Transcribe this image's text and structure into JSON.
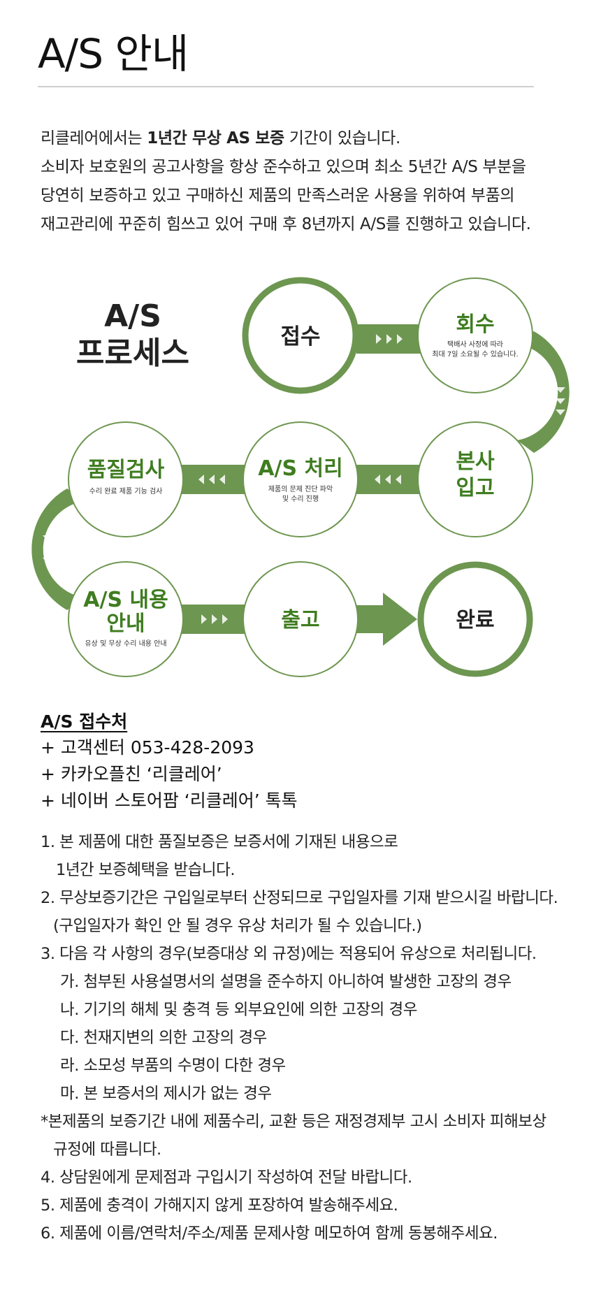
{
  "header": {
    "title": "A/S 안내"
  },
  "intro": {
    "line1_prefix": "리클레어에서는 ",
    "line1_bold": "1년간 무상 AS 보증",
    "line1_suffix": " 기간이 있습니다.",
    "line2": "소비자 보호원의 공고사항을 항상 준수하고 있으며 최소 5년간 A/S 부분을",
    "line3": "당연히 보증하고 있고 구매하신 제품의 만족스러운 사용을 위하여 부품의",
    "line4": "재고관리에 꾸준히 힘쓰고 있어 구매 후 8년까지 A/S를 진행하고 있습니다."
  },
  "process": {
    "heading_line1": "A/S",
    "heading_line2": "프로세스",
    "steps": {
      "receipt": {
        "title": "접수"
      },
      "pickup": {
        "title": "회수",
        "desc1": "택배사 사정에 따라",
        "desc2": "최대 7일 소요될 수 있습니다."
      },
      "hq": {
        "title1": "본사",
        "title2": "입고"
      },
      "processing": {
        "title": "A/S 처리",
        "desc1": "제품의 문제 진단 파악",
        "desc2": "및 수리 진행"
      },
      "quality": {
        "title": "품질검사",
        "desc1": "수리 완료 제품 기능 검사"
      },
      "guide": {
        "title1": "A/S 내용",
        "title2": "안내",
        "desc1": "유상 및 무상 수리 내용 안내"
      },
      "shipping": {
        "title": "출고"
      },
      "complete": {
        "title": "완료"
      }
    },
    "colors": {
      "ring": "#6d9650",
      "title_green": "#3f7d20",
      "title_dark": "#222222",
      "desc": "#333333"
    }
  },
  "reception": {
    "heading": "A/S 접수처",
    "lines": [
      "+ 고객센터 053-428-2093",
      "+ 카카오플친 ‘리클레어’",
      "+ 네이버 스토어팜 ‘리클레어’ 톡톡"
    ]
  },
  "notes": [
    "1. 본 제품에 대한 품질보증은 보증서에 기재된 내용으로",
    "1년간 보증혜택을 받습니다.",
    "2. 무상보증기간은 구입일로부터 산정되므로 구입일자를 기재 받으시길 바랍니다.",
    "(구입일자가 확인 안 될 경우 유상 처리가 될 수 있습니다.)",
    "3. 다음 각 사항의 경우(보증대상 외 규정)에는 적용되어 유상으로 처리됩니다.",
    "가. 첨부된 사용설명서의 설명을 준수하지 아니하여 발생한 고장의 경우",
    "나. 기기의 해체 및 충격 등 외부요인에 의한 고장의 경우",
    "다. 천재지변의 의한 고장의 경우",
    "라. 소모성 부품의 수명이 다한 경우",
    "마. 본 보증서의 제시가 없는 경우",
    "*본제품의 보증기간 내에 제품수리, 교환 등은 재정경제부 고시 소비자 피해보상",
    "규정에 따릅니다.",
    "4. 상담원에게 문제점과 구입시기 작성하여 전달 바랍니다.",
    "5. 제품에 충격이 가해지지 않게 포장하여 발송해주세요.",
    "6. 제품에 이름/연락처/주소/제품 문제사항 메모하여 함께 동봉해주세요."
  ]
}
